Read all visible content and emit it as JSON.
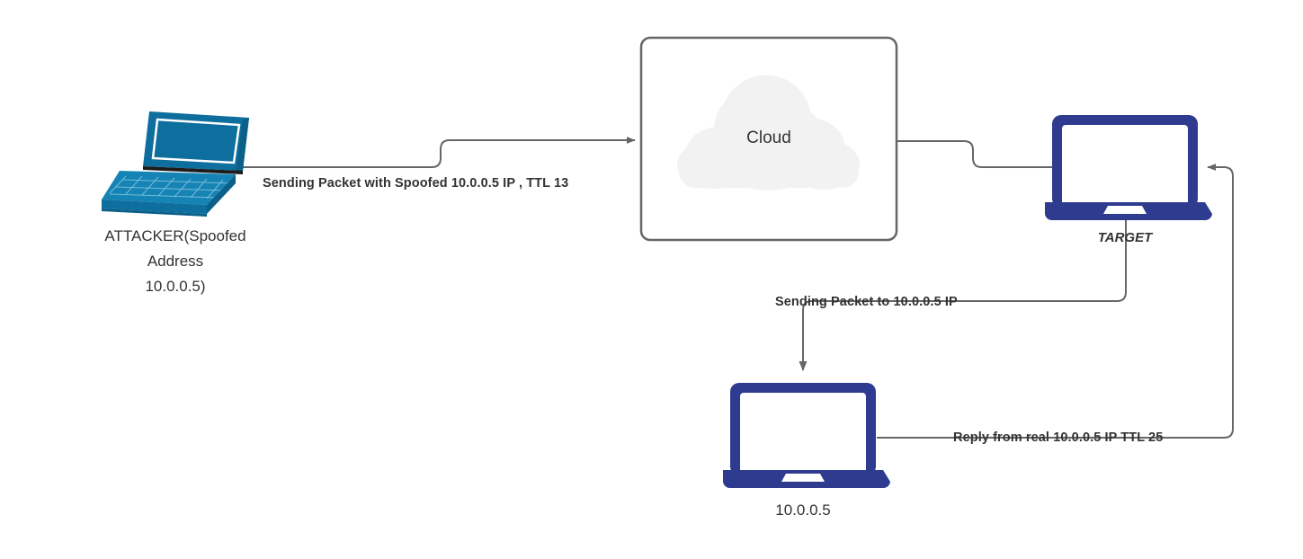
{
  "diagram": {
    "title": "IP spoofing TTL analysis network diagram",
    "background_color": "#ffffff",
    "line_color": "#666666",
    "text_color": "#333333",
    "colors": {
      "attacker_device": "#0E6E9E",
      "target_device": "#2E3B8F",
      "victim_device": "#2E3B8F",
      "cloud_fill": "#F2F2F2",
      "box_border": "#666666"
    },
    "nodes": {
      "attacker": {
        "icon": "laptop-isometric-icon",
        "label_line1": "ATTACKER(Spoofed",
        "label_line2": "Address",
        "label_line3": "10.0.0.5)"
      },
      "cloud": {
        "icon": "cloud-icon",
        "label": "Cloud"
      },
      "target": {
        "icon": "laptop-front-icon",
        "label": "TARGET"
      },
      "victim": {
        "icon": "laptop-front-icon",
        "label": "10.0.0.5"
      }
    },
    "edges": {
      "attacker_to_cloud": {
        "label": "Sending Packet with Spoofed 10.0.0.5 IP , TTL 13",
        "arrow": "right"
      },
      "cloud_to_target": {
        "label": "",
        "arrow": "none"
      },
      "target_to_victim": {
        "label": "Sending Packet to 10.0.0.5 IP",
        "arrow": "down"
      },
      "victim_to_target": {
        "label": "Reply from real 10.0.0.5 IP TTL 25",
        "arrow": "left"
      }
    }
  }
}
